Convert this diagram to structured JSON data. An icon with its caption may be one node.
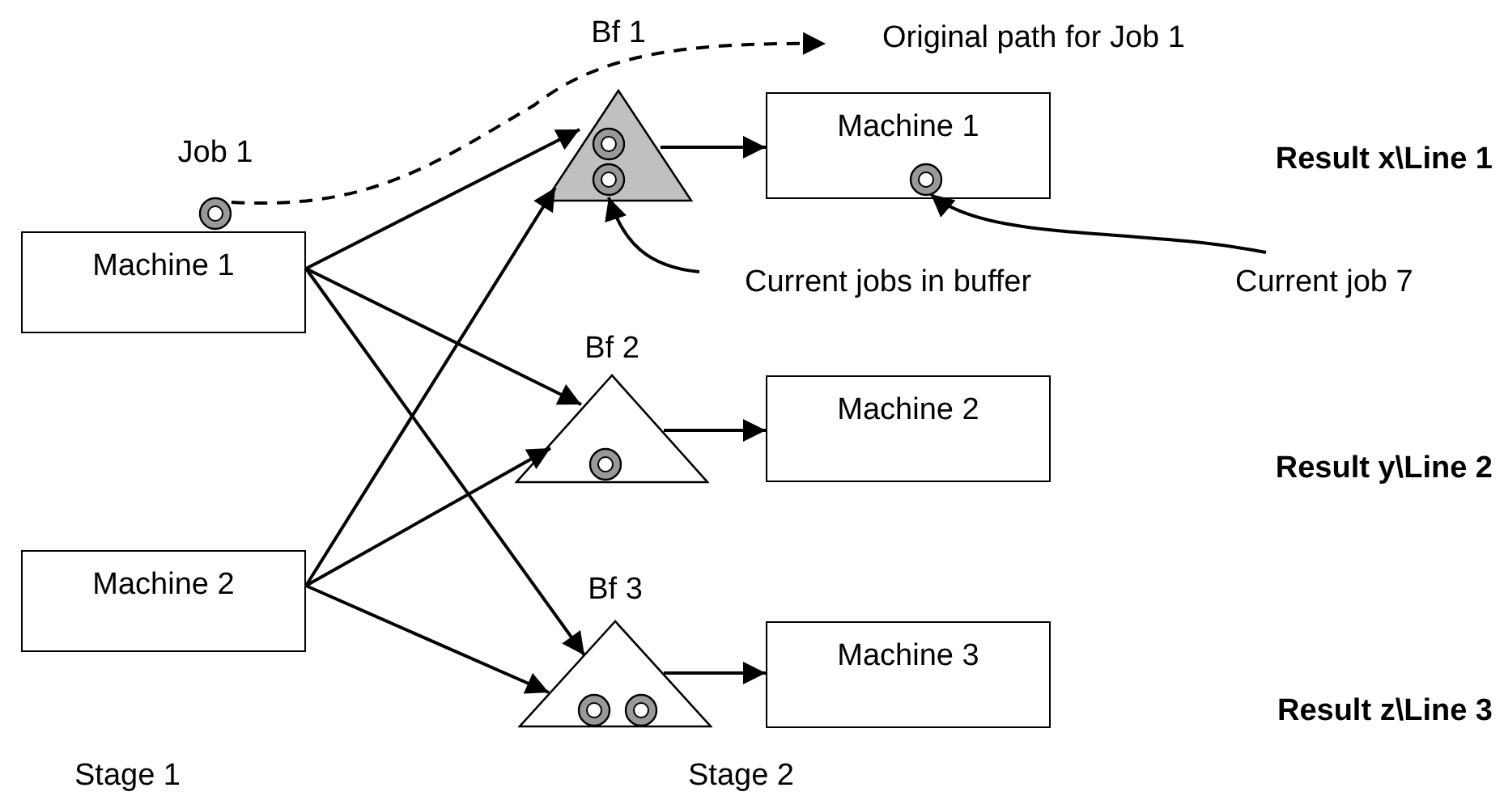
{
  "diagram": {
    "nodes": [
      {
        "text": [
          "Machine 1"
        ]
      },
      {
        "text": [
          "Machine 2"
        ]
      },
      {
        "text": [
          "Bf 1"
        ]
      },
      {
        "text": [
          "Bf 2"
        ]
      },
      {
        "text": [
          "Bf 3"
        ]
      },
      {
        "text": [
          "Machine 1"
        ]
      },
      {
        "text": [
          "Machine 2"
        ]
      },
      {
        "text": [
          "Machine 3"
        ]
      },
      {
        "text": [
          "Job 1"
        ]
      },
      {
        "text": [],
        "shape": "circle",
        "in": 2
      },
      {
        "text": [],
        "shape": "circle",
        "in": 2
      },
      {
        "text": [],
        "shape": "circle",
        "in": 3
      },
      {
        "text": [],
        "shape": "circle",
        "in": 4
      },
      {
        "text": [],
        "shape": "circle",
        "in": 4
      },
      {
        "text": [],
        "shape": "circle",
        "in": 5
      },
      {
        "text": [
          "Current jobs in buffer"
        ]
      },
      {
        "text": [
          "Current job 7"
        ]
      }
    ],
    "edges": [
      {
        "from": 0,
        "to": 2,
        "arrow": "to"
      },
      {
        "from": 0,
        "to": 3,
        "arrow": "to"
      },
      {
        "from": 0,
        "to": 4,
        "arrow": "to"
      },
      {
        "from": 1,
        "to": 2,
        "arrow": "to"
      },
      {
        "from": 1,
        "to": 3,
        "arrow": "to"
      },
      {
        "from": 1,
        "to": 4,
        "arrow": "to"
      },
      {
        "from": 2,
        "to": 5,
        "arrow": "to"
      },
      {
        "from": 3,
        "to": 6,
        "arrow": "to"
      },
      {
        "from": 4,
        "to": 7,
        "arrow": "to"
      },
      {
        "from": 8,
        "to": null,
        "arrow": "to",
        "style": "dashed"
      },
      {
        "from": 15,
        "to": 10,
        "arrow": "to"
      },
      {
        "from": 16,
        "to": 14,
        "arrow": "to"
      }
    ],
    "labels": [
      "Original path for Job 1",
      "Result x\\Line 1",
      "Result y\\Line 2",
      "Result z\\Line 3",
      "Stage 1",
      "Stage 2"
    ]
  }
}
